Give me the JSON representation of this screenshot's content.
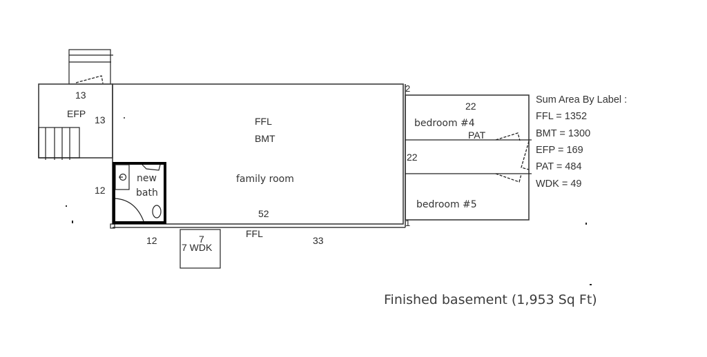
{
  "diagram": {
    "type": "floor-plan",
    "colors": {
      "line": "#3a3a3a",
      "text": "#2a2a2a",
      "background": "#ffffff"
    }
  },
  "rooms": {
    "efp": {
      "area_label": "EFP",
      "dim_top": "13",
      "dim_side": "13"
    },
    "main": {
      "area_label_1": "FFL",
      "area_label_2": "BMT",
      "room_name": "family room",
      "dim_width": "52",
      "dim_left": "12",
      "dim_bottom_left": "12",
      "dim_bottom_right": "33",
      "lower_label": "FFL"
    },
    "bath": {
      "name_line1": "new",
      "name_line2": "bath"
    },
    "wdk": {
      "label": "7 WDK",
      "dim_top": "7"
    },
    "bedroom4": {
      "name": "bedroom #4",
      "dim_width": "22"
    },
    "pat": {
      "label": "PAT",
      "dim_side": "22"
    },
    "bedroom5": {
      "name": "bedroom #5"
    },
    "markers": {
      "top_right": "2",
      "bottom_right": "1"
    }
  },
  "legend": {
    "title": "Sum Area By Label :",
    "items": [
      {
        "text": "FFL = 1352"
      },
      {
        "text": "BMT = 1300"
      },
      {
        "text": "EFP = 169"
      },
      {
        "text": "PAT = 484"
      },
      {
        "text": "WDK = 49"
      }
    ]
  },
  "caption": "Finished basement (1,953 Sq Ft)"
}
